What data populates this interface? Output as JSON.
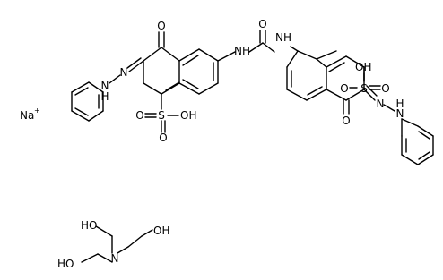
{
  "molecule": {
    "sodium_ion": {
      "symbol": "Na",
      "charge": "+"
    },
    "dye": {
      "left_naphthalene": {
        "ketone_o": "O",
        "azo_n_upper": "N",
        "hydrazo": "N",
        "hydrazo_h": "H",
        "sulfonate_s": "S",
        "sulfonate_o_upper": "O",
        "sulfonate_o_lower": "O",
        "sulfonate_oh": "OH",
        "amide_nh": "NH"
      },
      "urea": {
        "carbonyl_o": "O"
      },
      "right_naphthalene": {
        "amide_nh": "NH",
        "ketone_o": "O",
        "sulfonate_oh": "OH",
        "sulfonate_s": "S",
        "sulfonate_o_right": "O",
        "sulfonate_o_left": "O",
        "azo_n": "N",
        "hydrazo": "N",
        "hydrazo_h": "H"
      }
    },
    "triethanolamine": {
      "nitrogen": "N",
      "oh_top_left": "HO",
      "oh_top_right": "OH",
      "oh_bottom_left": "HO"
    }
  },
  "colors": {
    "bond": "#000000",
    "background": "#ffffff"
  }
}
